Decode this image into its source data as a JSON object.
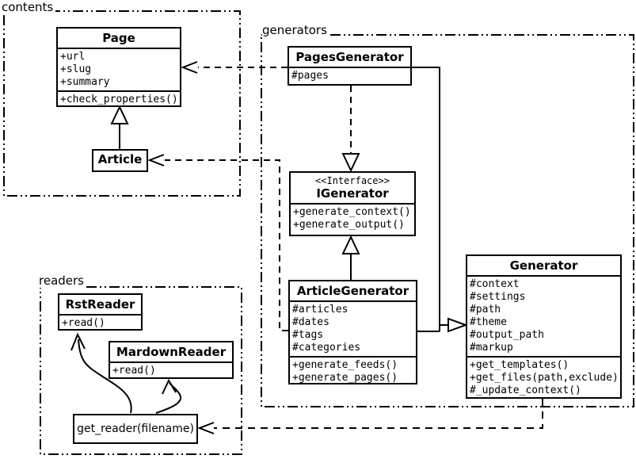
{
  "diagram": {
    "kind": "UML class diagram",
    "colors": {
      "line": "#000000",
      "background": "#ffffff",
      "text": "#000000"
    }
  },
  "packages": {
    "contents": {
      "label": "contents"
    },
    "generators": {
      "label": "generators"
    },
    "readers": {
      "label": "readers"
    }
  },
  "classes": {
    "page": {
      "title": "Page",
      "attributes": [
        "+url",
        "+slug",
        "+summary"
      ],
      "methods": [
        "+check_properties()"
      ]
    },
    "article": {
      "title": "Article"
    },
    "pages_generator": {
      "title": "PagesGenerator",
      "attributes": [
        "#pages"
      ]
    },
    "igenerator": {
      "stereotype": "<<Interface>>",
      "title": "IGenerator",
      "methods": [
        "+generate_context()",
        "+generate_output()"
      ]
    },
    "article_generator": {
      "title": "ArticleGenerator",
      "attributes": [
        "#articles",
        "#dates",
        "#tags",
        "#categories"
      ],
      "methods": [
        "+generate_feeds()",
        "+generate_pages()"
      ]
    },
    "generator": {
      "title": "Generator",
      "attributes": [
        "#context",
        "#settings",
        "#path",
        "#theme",
        "#output_path",
        "#markup"
      ],
      "methods": [
        "+get_templates()",
        "+get_files(path,exclude)",
        "#_update_context()"
      ]
    },
    "rst_reader": {
      "title": "RstReader",
      "methods": [
        "+read()"
      ]
    },
    "mardown_reader": {
      "title": "MardownReader",
      "methods": [
        "+read()"
      ]
    },
    "get_reader": {
      "label": "get_reader(filename)"
    }
  }
}
